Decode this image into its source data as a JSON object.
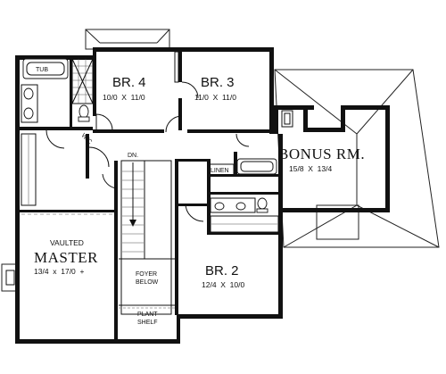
{
  "rooms": {
    "br4": {
      "name": "BR. 4",
      "dims": "10/0  X  11/0"
    },
    "br3": {
      "name": "BR. 3",
      "dims": "11/0  X  11/0"
    },
    "bonus": {
      "name": "BONUS RM.",
      "dims": "15/8  X  13/4"
    },
    "master": {
      "qualifier": "VAULTED",
      "name": "MASTER",
      "dims": "13/4  x  17/0  +"
    },
    "br2": {
      "name": "BR. 2",
      "dims": "12/4  X  10/0"
    },
    "foyer": {
      "line1": "FOYER",
      "line2": "BELOW"
    },
    "plant_shelf": {
      "line1": "PLANT",
      "line2": "SHELF"
    }
  },
  "fixtures": {
    "tub": "TUB",
    "linen": "LINEN",
    "wic": "W/C"
  },
  "stairs": {
    "direction": "DN."
  }
}
